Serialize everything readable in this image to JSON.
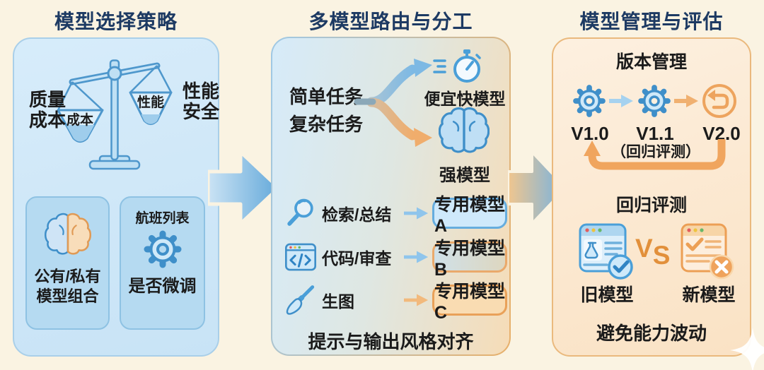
{
  "colors": {
    "page_bg": "#faf3e2",
    "title_navy": "#1d3a63",
    "ink": "#1b1b1b",
    "blue": "#3f8fc9",
    "blue_fill": "#cfe9f9",
    "panel_blue": "#cde6f7",
    "orange": "#ec9f55",
    "orange_fill": "#fbe3c6",
    "arrow_orange": "#f0a55e",
    "arrow_blue": "#74b2e2"
  },
  "sections": {
    "left": {
      "title": "模型选择策略",
      "scale": {
        "left_pan_label": "成本",
        "right_pan_label": "性能",
        "left_side_line1": "质量",
        "left_side_line2": "成本",
        "right_side_line1": "性能",
        "right_side_line2": "安全"
      },
      "cards": [
        {
          "icon": "split-brain-icon",
          "line1": "公有/私有",
          "line2": "模型组合"
        },
        {
          "icon": "gear-icon",
          "top_label": "航班列表",
          "label": "是否微调"
        }
      ]
    },
    "middle": {
      "title": "多模型路由与分工",
      "router": {
        "task_simple": "简单任务",
        "task_complex": "复杂任务",
        "fast_model": "便宜快模型",
        "strong_model": "强模型"
      },
      "rows": [
        {
          "icon": "magnifier-icon",
          "task": "检索/总结",
          "model": "专用模型A"
        },
        {
          "icon": "code-window-icon",
          "task": "代码/审查",
          "model": "专用模型B"
        },
        {
          "icon": "paintbrush-icon",
          "task": "生图",
          "model": "专用模型C"
        }
      ],
      "footer": "提示与输出风格对齐"
    },
    "right": {
      "title": "模型管理与评估",
      "version": {
        "heading": "版本管理",
        "v1": "V1.0",
        "v2": "V1.1",
        "v3": "V2.0",
        "note": "（回归评测）"
      },
      "regression": {
        "heading": "回归评测",
        "old_label": "旧模型",
        "vs": "VS",
        "new_label": "新模型"
      },
      "footer": "避免能力波动"
    }
  }
}
